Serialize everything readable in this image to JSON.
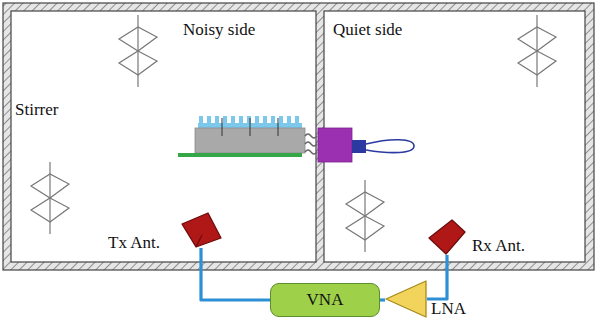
{
  "diagram": {
    "nodes": [
      {
        "text": [
          "Noisy side"
        ]
      },
      {
        "text": [
          "Quiet side"
        ]
      },
      {
        "text": [
          "Tx Ant."
        ],
        "in": 0
      },
      {
        "text": [
          "Rx Ant."
        ],
        "in": 1
      },
      {
        "text": [
          "VNA"
        ]
      },
      {
        "text": [
          "LNA"
        ]
      }
    ],
    "edges": [
      {
        "from": 2,
        "to": 4,
        "arrow": "none"
      },
      {
        "from": 3,
        "to": 5,
        "arrow": "none"
      },
      {
        "from": 5,
        "to": 4,
        "arrow": "none"
      }
    ],
    "labels": [
      "Stirrer"
    ]
  }
}
